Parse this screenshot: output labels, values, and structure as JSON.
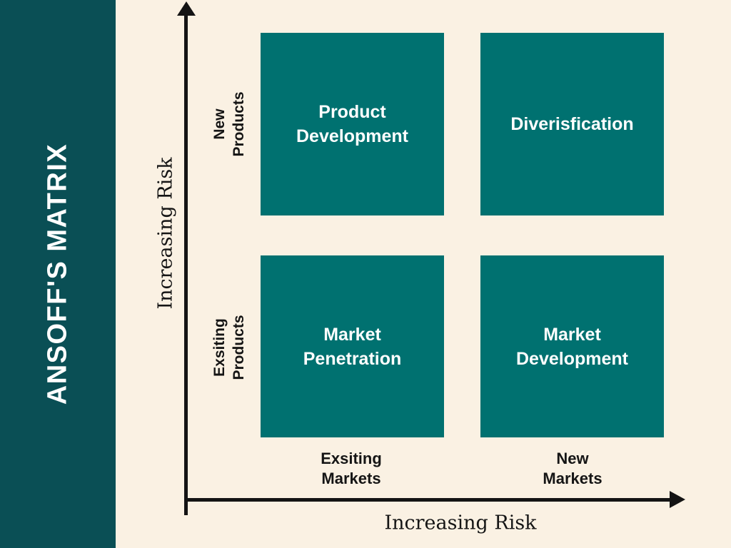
{
  "sidebar": {
    "title": "ANSOFF'S MATRIX"
  },
  "colors": {
    "sidebar_bg": "#0a4f55",
    "quadrant_bg": "#007170",
    "background": "#faf1e3",
    "axis": "#141414",
    "text_dark": "#151515",
    "text_light": "#ffffff"
  },
  "axes": {
    "y_label": "Increasing Risk",
    "x_label": "Increasing Risk"
  },
  "matrix": {
    "row_labels": [
      {
        "id": "new-products",
        "label": "New\nProducts"
      },
      {
        "id": "existing-products",
        "label": "Exsiting\nProducts"
      }
    ],
    "col_labels": [
      {
        "id": "existing-markets",
        "label": "Exsiting\nMarkets"
      },
      {
        "id": "new-markets",
        "label": "New\nMarkets"
      }
    ],
    "quadrants": [
      {
        "id": "product-development",
        "label": "Product\nDevelopment"
      },
      {
        "id": "diversification",
        "label": "Diverisfication"
      },
      {
        "id": "market-penetration",
        "label": "Market\nPenetration"
      },
      {
        "id": "market-development",
        "label": "Market\nDevelopment"
      }
    ]
  }
}
